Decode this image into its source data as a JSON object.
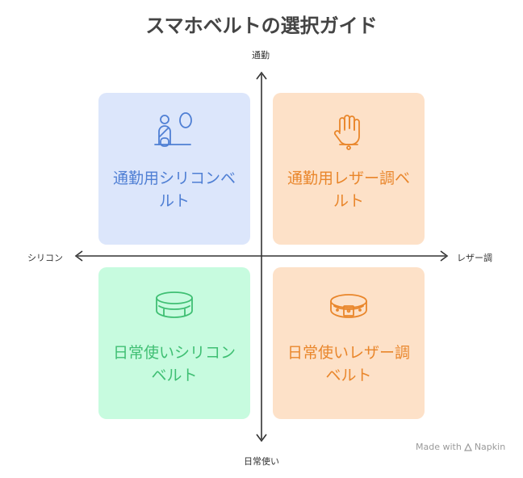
{
  "title": "スマホベルトの選択ガイド",
  "axes": {
    "top": "通勤",
    "bottom": "日常使い",
    "left": "シリコン",
    "right": "レザー調"
  },
  "quadrants": {
    "top_left": {
      "label": "通勤用シリコンベルト",
      "icon": "person-seated-icon",
      "color": "#4f7fd4"
    },
    "top_right": {
      "label": "通勤用レザー調ベルト",
      "icon": "glove-icon",
      "color": "#e9862b"
    },
    "bottom_left": {
      "label": "日常使いシリコンベルト",
      "icon": "silicone-band-icon",
      "color": "#3fbf73"
    },
    "bottom_right": {
      "label": "日常使いレザー調ベルト",
      "icon": "leather-belt-icon",
      "color": "#e9862b"
    }
  },
  "watermark": {
    "made_with": "Made with",
    "brand": "Napkin"
  }
}
